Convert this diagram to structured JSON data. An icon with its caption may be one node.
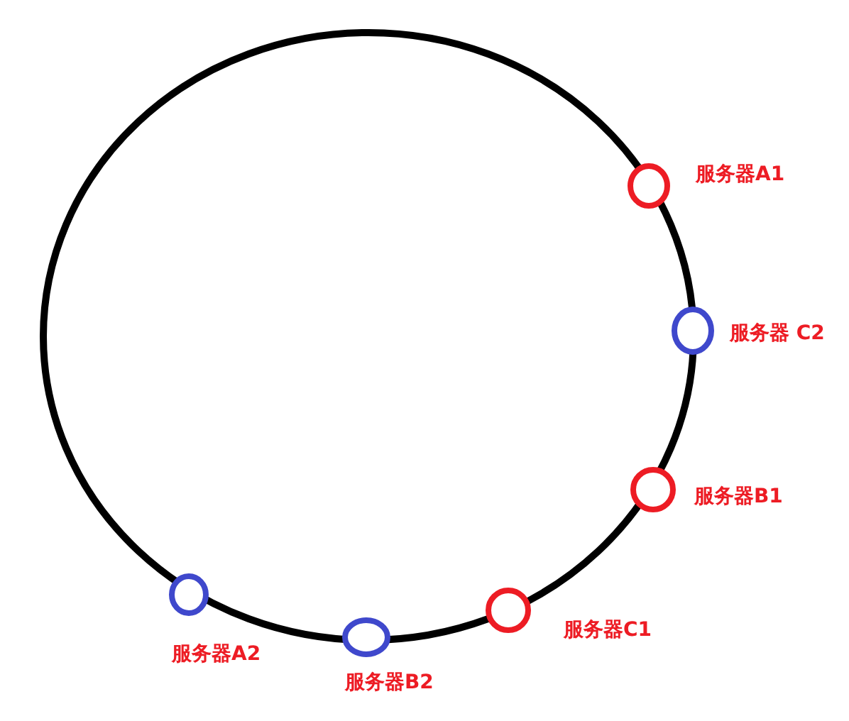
{
  "diagram": {
    "nodes": [
      {
        "text": [],
        "shape": "circle",
        "beside": [
          "服务器A1"
        ]
      },
      {
        "text": [],
        "shape": "circle",
        "beside": [
          "服务器 C2"
        ]
      },
      {
        "text": [],
        "shape": "circle",
        "beside": [
          "服务器B1"
        ]
      },
      {
        "text": [],
        "shape": "circle",
        "beside": [
          "服务器A2"
        ]
      },
      {
        "text": [],
        "shape": "circle",
        "beside": [
          "服务器C1"
        ]
      },
      {
        "text": [],
        "shape": "circle",
        "beside": [
          "服务器B2"
        ]
      }
    ]
  }
}
